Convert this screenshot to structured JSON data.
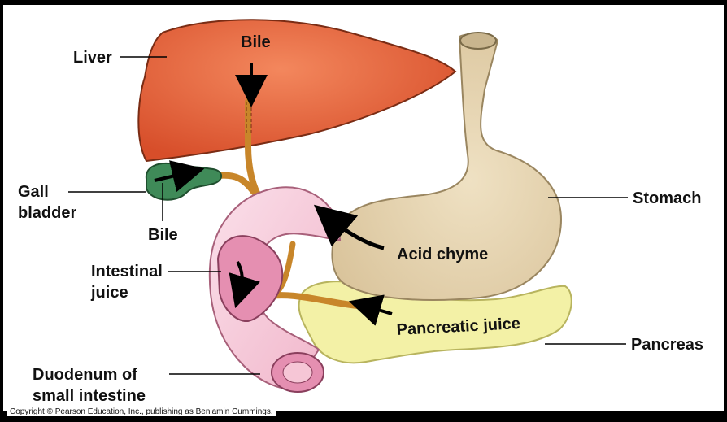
{
  "labels": {
    "liver": "Liver",
    "bile_top": "Bile",
    "gall_line1": "Gall",
    "gall_line2": "bladder",
    "bile_bottom": "Bile",
    "intestinal_line1": "Intestinal",
    "intestinal_line2": "juice",
    "duodenum_line1": "Duodenum of",
    "duodenum_line2": "small intestine",
    "stomach": "Stomach",
    "acid_chyme": "Acid chyme",
    "pancreatic_juice": "Pancreatic juice",
    "pancreas": "Pancreas"
  },
  "copyright": "Copyright © Pearson Education, Inc., publishing as Benjamin Cummings.",
  "colors": {
    "background": "#000000",
    "panel": "#ffffff",
    "liver": "#e8643c",
    "gallbladder": "#3f8a58",
    "bile_duct": "#c8862a",
    "stomach": "#e5d3b0",
    "duodenum": "#f6c6d6",
    "duodenum_inner": "#e58fb1",
    "pancreas": "#f3f1a6",
    "arrow": "#000000"
  }
}
